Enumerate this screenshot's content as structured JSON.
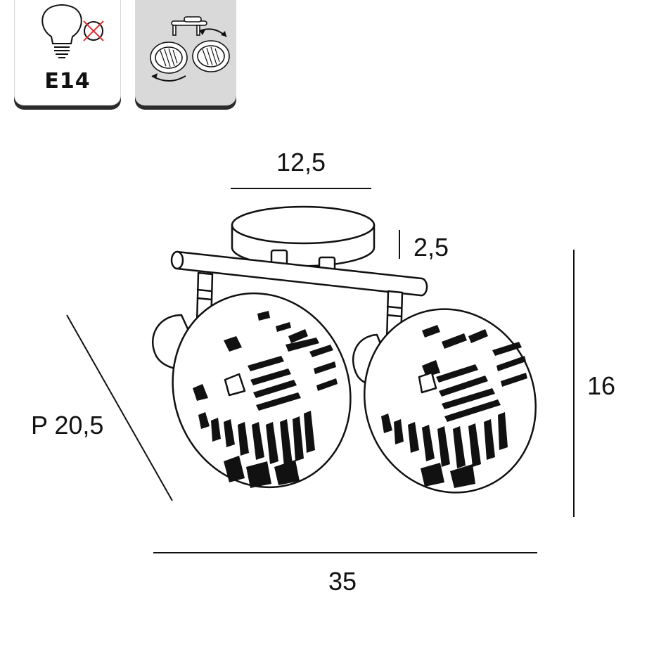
{
  "badges": {
    "socket_label": "E14",
    "bulb_icon": "led-bulb-icon",
    "no_bulb_icon": "crossed-circle-icon",
    "rotation_icon": "adjustable-spotlight-icon"
  },
  "dimensions": {
    "top_width": "12,5",
    "canopy_height": "2,5",
    "total_height": "16",
    "depth": "P 20,5",
    "total_width": "35"
  },
  "colors": {
    "line": "#111111",
    "badge_grey": "#d9d9d9",
    "cross": "#e03030"
  }
}
